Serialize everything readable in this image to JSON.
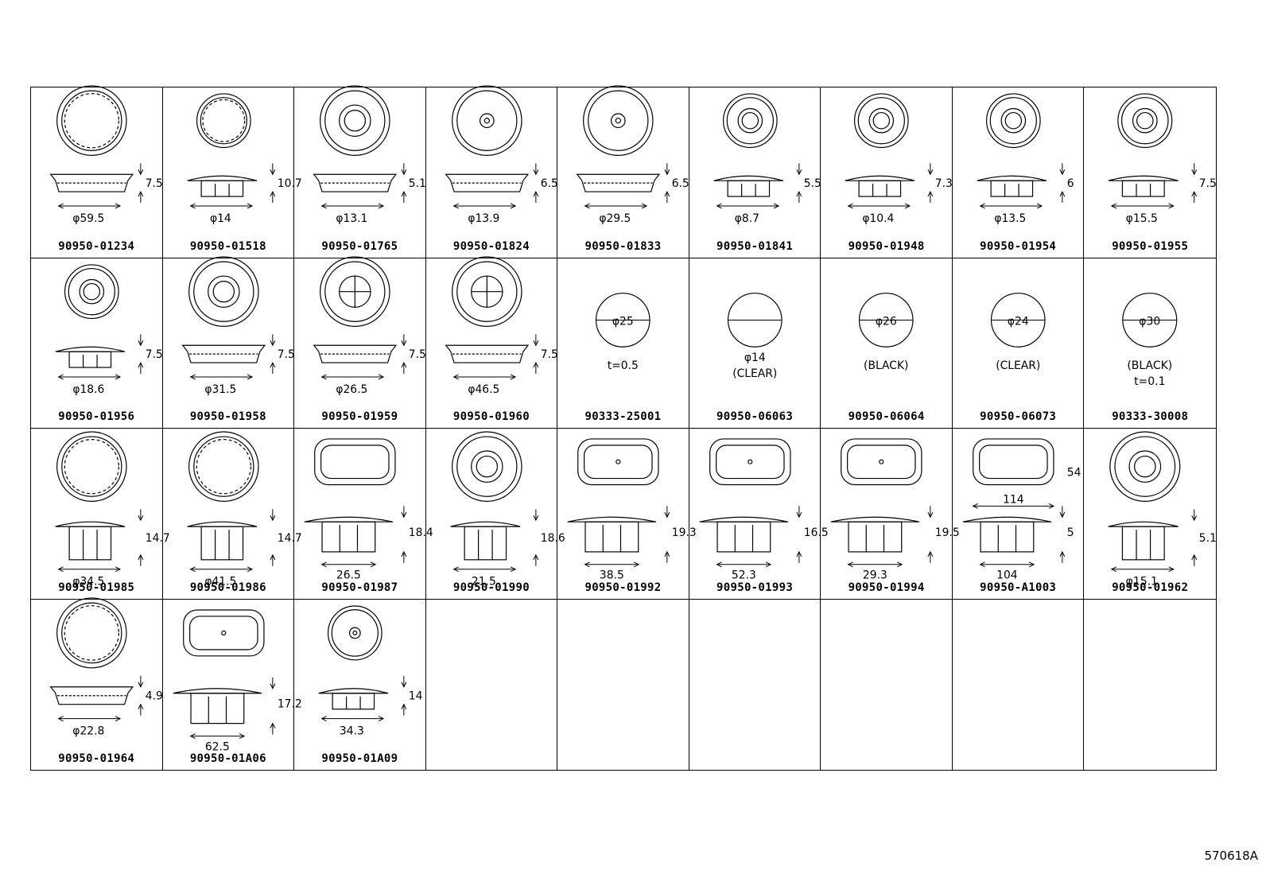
{
  "drawing_id": "570618A",
  "cells": [
    {
      "part": "90950-01234",
      "shape": "plug",
      "tdim": "",
      "dims": [
        "7.5",
        "φ59.5"
      ]
    },
    {
      "part": "90950-01518",
      "shape": "clip",
      "tdim": "",
      "dims": [
        "10.7",
        "φ14"
      ]
    },
    {
      "part": "90950-01765",
      "shape": "plug",
      "tdim": "",
      "dims": [
        "5.1",
        "φ13.1"
      ]
    },
    {
      "part": "90950-01824",
      "shape": "plug",
      "tdim": "",
      "dims": [
        "6.5",
        "φ13.9"
      ]
    },
    {
      "part": "90950-01833",
      "shape": "plug",
      "tdim": "",
      "dims": [
        "6.5",
        "φ29.5"
      ]
    },
    {
      "part": "90950-01841",
      "shape": "clip",
      "tdim": "",
      "dims": [
        "5.5",
        "φ8.7"
      ]
    },
    {
      "part": "90950-01948",
      "shape": "clip",
      "tdim": "",
      "dims": [
        "7.3",
        "φ10.4"
      ]
    },
    {
      "part": "90950-01954",
      "shape": "clip",
      "tdim": "",
      "dims": [
        "6",
        "φ13.5"
      ]
    },
    {
      "part": "90950-01955",
      "shape": "clip",
      "tdim": "",
      "dims": [
        "7.5",
        "φ15.5"
      ]
    },
    {
      "part": "90950-01956",
      "shape": "clip",
      "tdim": "",
      "dims": [
        "7.5",
        "φ18.6"
      ]
    },
    {
      "part": "90950-01958",
      "shape": "plug",
      "tdim": "",
      "dims": [
        "7.5",
        "φ31.5"
      ]
    },
    {
      "part": "90950-01959",
      "shape": "plug",
      "tdim": "",
      "dims": [
        "7.5",
        "φ26.5"
      ]
    },
    {
      "part": "90950-01960",
      "shape": "plug",
      "tdim": "",
      "dims": [
        "7.5",
        "φ46.5"
      ]
    },
    {
      "part": "90333-25001",
      "shape": "disc",
      "tdim": "φ25",
      "dims": [
        "t=0.5"
      ]
    },
    {
      "part": "90950-06063",
      "shape": "disc",
      "tdim": "",
      "dims": [
        "φ14",
        "(CLEAR)"
      ]
    },
    {
      "part": "90950-06064",
      "shape": "disc",
      "tdim": "φ26",
      "dims": [
        "(BLACK)"
      ]
    },
    {
      "part": "90950-06073",
      "shape": "disc",
      "tdim": "φ24",
      "dims": [
        "(CLEAR)"
      ]
    },
    {
      "part": "90333-30008",
      "shape": "disc",
      "tdim": "φ30",
      "dims": [
        "(BLACK)",
        "t=0.1"
      ]
    },
    {
      "part": "90950-01985",
      "shape": "clip",
      "tdim": "",
      "dims": [
        "14.7",
        "φ34.5"
      ]
    },
    {
      "part": "90950-01986",
      "shape": "clip",
      "tdim": "",
      "dims": [
        "14.7",
        "φ41.5"
      ]
    },
    {
      "part": "90950-01987",
      "shape": "oval",
      "tdim": "",
      "dims": [
        "18.4",
        "26.5"
      ]
    },
    {
      "part": "90950-01990",
      "shape": "clip",
      "tdim": "",
      "dims": [
        "18.6",
        "21.5"
      ]
    },
    {
      "part": "90950-01992",
      "shape": "oval",
      "tdim": "",
      "dims": [
        "19.3",
        "38.5"
      ]
    },
    {
      "part": "90950-01993",
      "shape": "oval",
      "tdim": "",
      "dims": [
        "16.5",
        "52.3"
      ]
    },
    {
      "part": "90950-01994",
      "shape": "oval",
      "tdim": "",
      "dims": [
        "19.5",
        "29.3"
      ]
    },
    {
      "part": "90950-A1003",
      "shape": "oval",
      "tdim": "114",
      "dims": [
        "5",
        "104",
        "54"
      ]
    },
    {
      "part": "90950-01962",
      "shape": "clip",
      "tdim": "",
      "dims": [
        "5.1",
        "φ15.1"
      ]
    },
    {
      "part": "90950-01964",
      "shape": "plug",
      "tdim": "",
      "dims": [
        "4.9",
        "φ22.8"
      ]
    },
    {
      "part": "90950-01A06",
      "shape": "oval",
      "tdim": "",
      "dims": [
        "17.2",
        "62.5"
      ]
    },
    {
      "part": "90950-01A09",
      "shape": "clip",
      "tdim": "",
      "dims": [
        "14",
        "34.3"
      ]
    },
    {
      "part": "",
      "shape": "empty",
      "tdim": "",
      "dims": []
    },
    {
      "part": "",
      "shape": "empty",
      "tdim": "",
      "dims": []
    },
    {
      "part": "",
      "shape": "empty",
      "tdim": "",
      "dims": []
    },
    {
      "part": "",
      "shape": "empty",
      "tdim": "",
      "dims": []
    },
    {
      "part": "",
      "shape": "empty",
      "tdim": "",
      "dims": []
    },
    {
      "part": "",
      "shape": "empty",
      "tdim": "",
      "dims": []
    }
  ]
}
